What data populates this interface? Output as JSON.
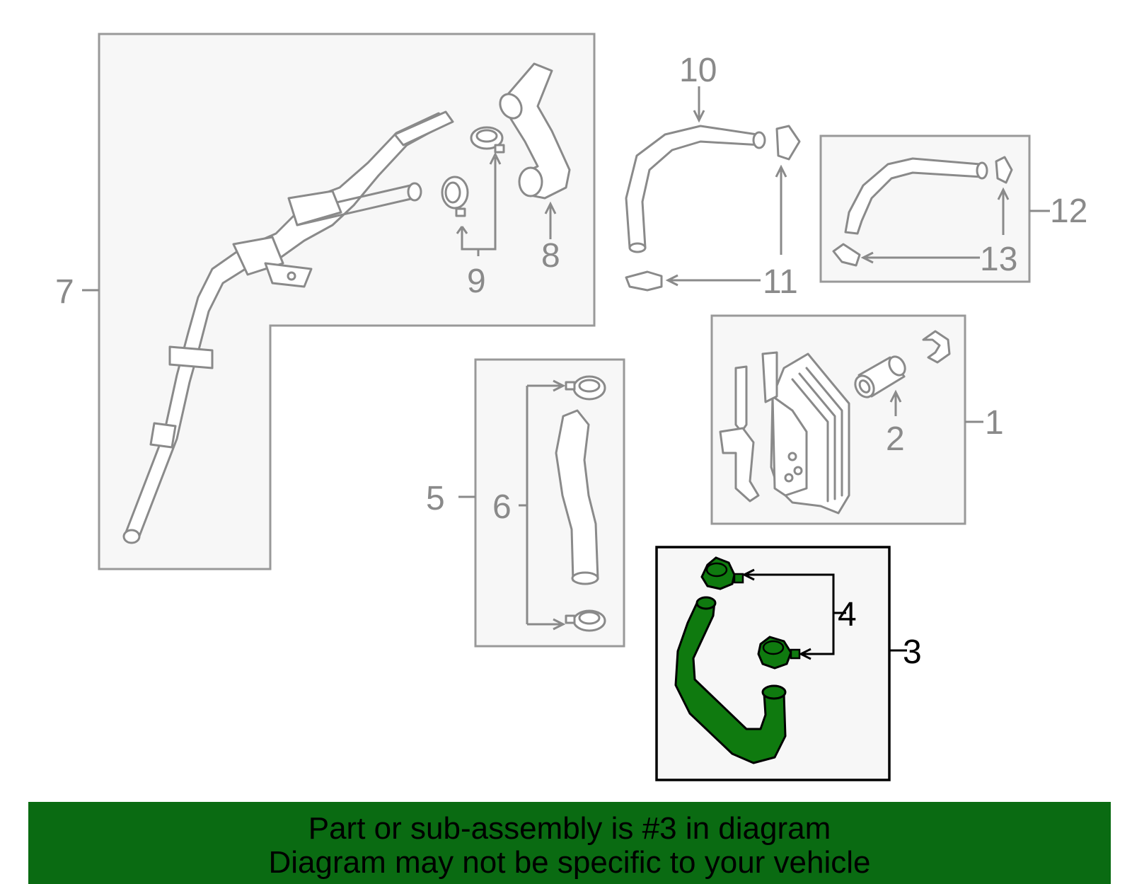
{
  "diagram": {
    "colors": {
      "highlight_fill": "#0f7a0f",
      "highlight_stroke": "#000000",
      "part_stroke": "#8a8a8a",
      "panel_fill": "#f7f7f7",
      "banner": "#0a6b12"
    },
    "callouts": {
      "c1": "1",
      "c2": "2",
      "c3": "3",
      "c4": "4",
      "c5": "5",
      "c6": "6",
      "c7": "7",
      "c8": "8",
      "c9": "9",
      "c10": "10",
      "c11": "11",
      "c12": "12",
      "c13": "13"
    },
    "highlighted_part": "3"
  },
  "banner": {
    "line1": "Part or sub-assembly is #3 in diagram",
    "line2": "Diagram may not be specific to your vehicle"
  }
}
